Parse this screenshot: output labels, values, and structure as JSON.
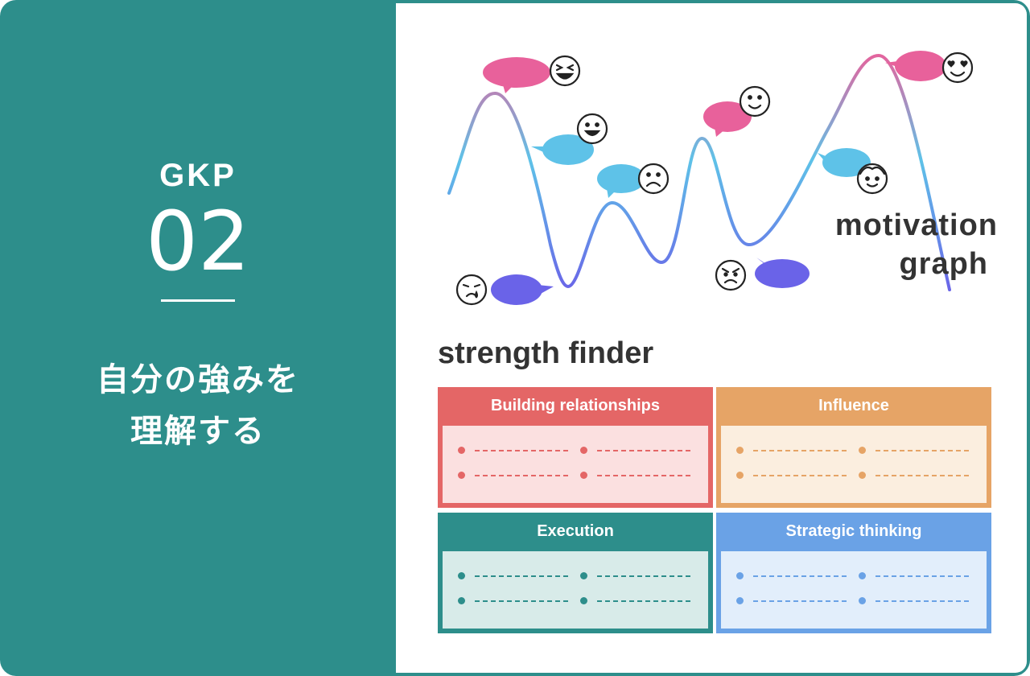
{
  "left": {
    "label": "GKP",
    "number": "02",
    "title_line1": "自分の強みを",
    "title_line2": "理解する"
  },
  "motivation_graph": {
    "label_line1": "motivation",
    "label_line2": "graph",
    "faces": [
      "laughing-face-icon",
      "grinning-face-icon",
      "frowning-face-icon",
      "smiling-face-icon",
      "heart-eyes-face-icon",
      "content-face-icon",
      "crying-face-icon",
      "angry-face-icon"
    ]
  },
  "strength_finder": {
    "title": "strength finder",
    "quadrants": [
      {
        "label": "Building relationships",
        "color": "#e46666"
      },
      {
        "label": "Influence",
        "color": "#e6a466"
      },
      {
        "label": "Execution",
        "color": "#2d8e8b"
      },
      {
        "label": "Strategic thinking",
        "color": "#6aa2e6"
      }
    ]
  },
  "colors": {
    "teal": "#2d8e8b",
    "pink": "#e8619b",
    "sky": "#5ec2e8",
    "indigo": "#6a63e8"
  }
}
